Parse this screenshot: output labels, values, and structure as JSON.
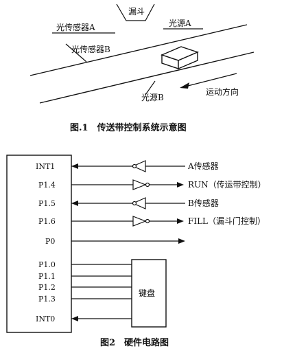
{
  "figure1": {
    "funnel": "漏斗",
    "sensor_a": "光传感器A",
    "light_a": "光源A",
    "sensor_b": "光传感器B",
    "light_b": "光源B",
    "direction": "运动方向",
    "caption": "图.1　传送带控制系统示意图"
  },
  "figure2": {
    "pins": {
      "int1": "INT1",
      "p14": "P1.4",
      "p15": "P1.5",
      "p16": "P1.6",
      "p0": "P0",
      "p10": "P1.0",
      "p11": "P1.1",
      "p12": "P1.2",
      "p13": "P1.3",
      "int0": "INT0"
    },
    "signals": {
      "a_sensor": "A传感器",
      "run": "RUN（传运带控制）",
      "b_sensor": "B传感器",
      "fill": "FILL（漏斗门控制）"
    },
    "keyboard": "键盘",
    "caption": "图2　硬件电路图"
  }
}
